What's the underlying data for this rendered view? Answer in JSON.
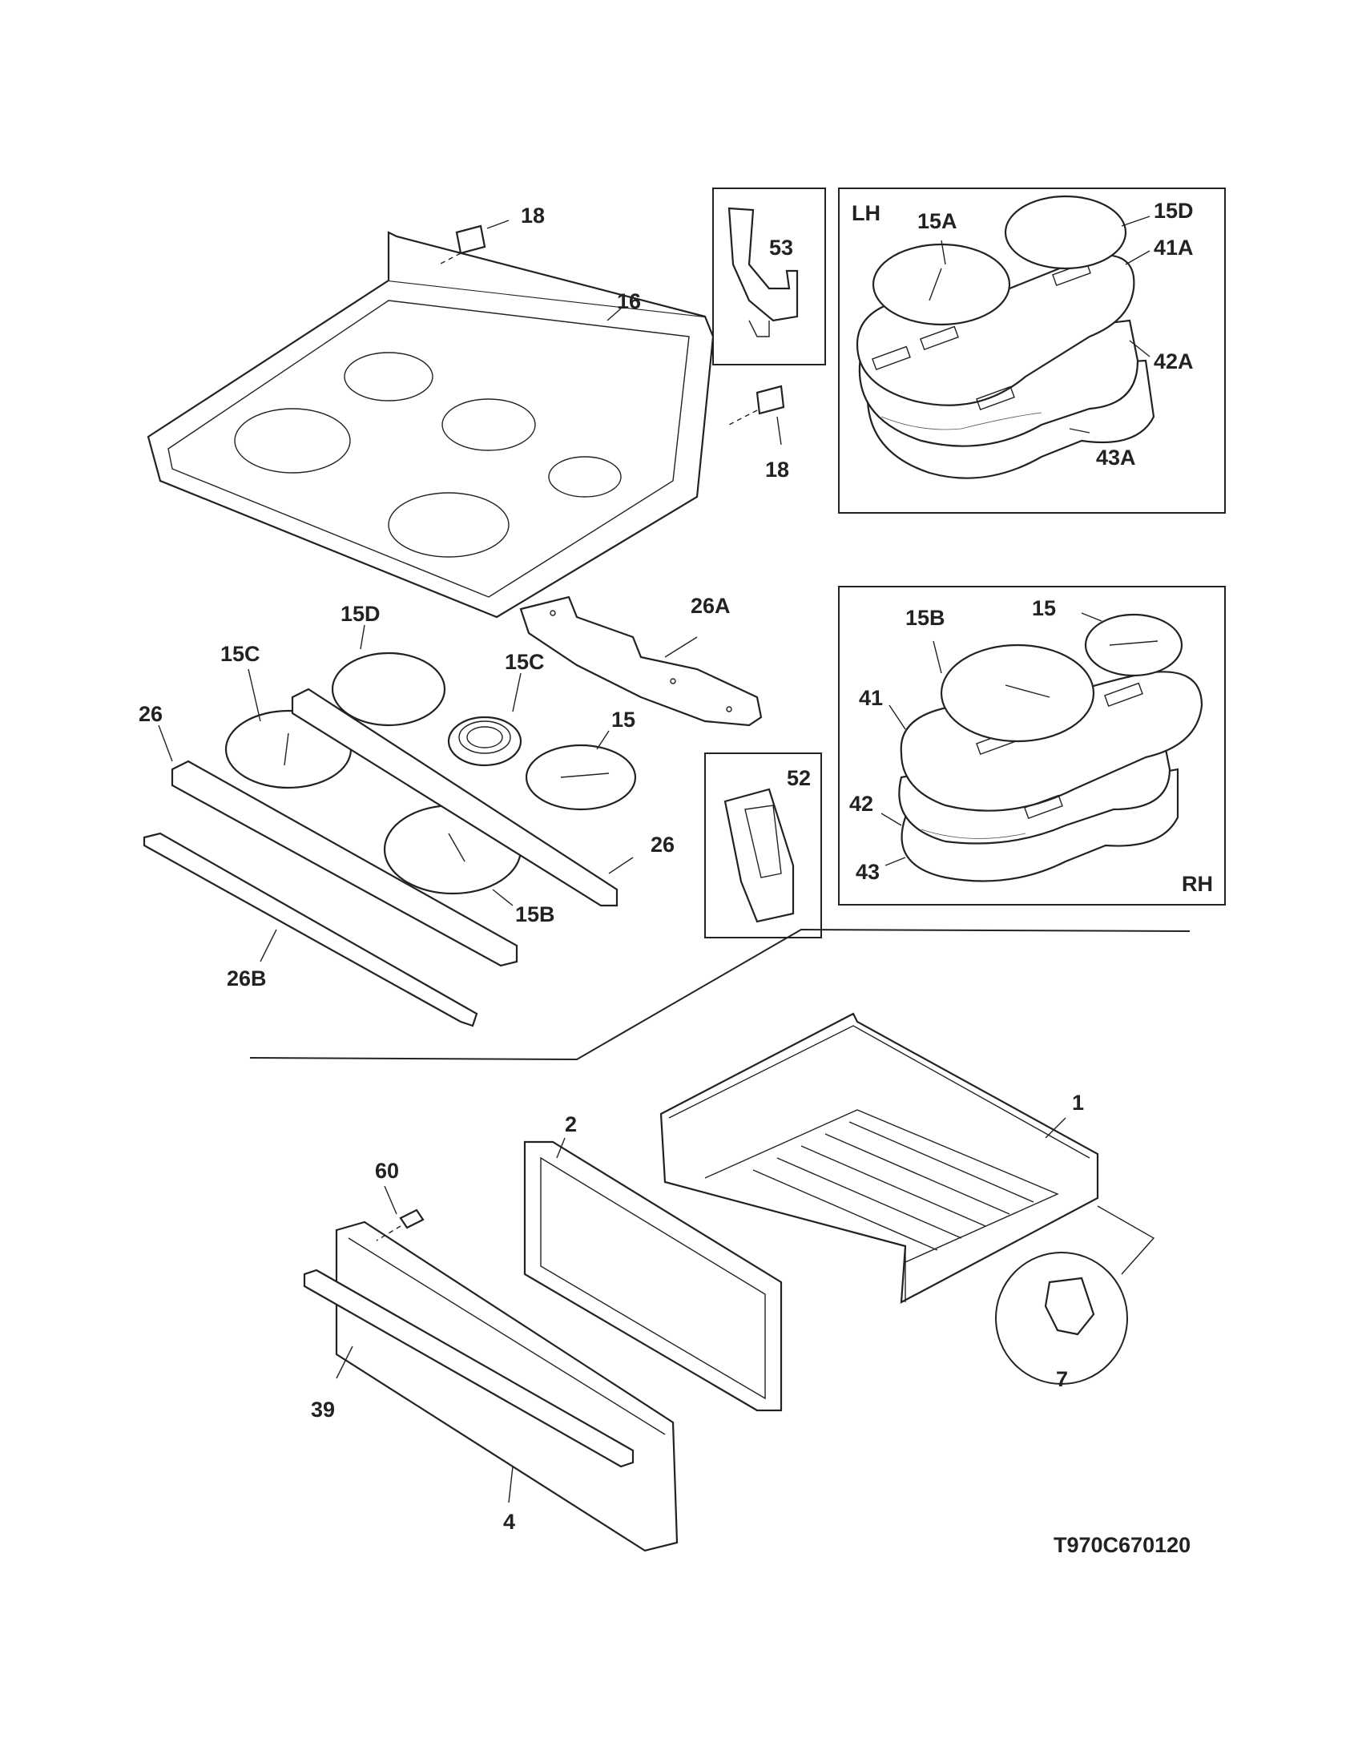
{
  "figure_code": "T970C670120",
  "inset_labels": {
    "left_hand": "LH",
    "right_hand": "RH"
  },
  "callouts": {
    "c18_top": "18",
    "c18_right": "18",
    "c16": "16",
    "c53": "53",
    "c15a_lh": "15A",
    "c15d_lh": "15D",
    "c41a": "41A",
    "c42a": "42A",
    "c43a": "43A",
    "c26a": "26A",
    "c15d_main": "15D",
    "c15c_left": "15C",
    "c15c_mid": "15C",
    "c15_main": "15",
    "c26_left": "26",
    "c26_right": "26",
    "c15b_main": "15B",
    "c26b": "26B",
    "c52": "52",
    "c15b_rh": "15B",
    "c15_rh": "15",
    "c41": "41",
    "c42": "42",
    "c43": "43",
    "c1": "1",
    "c2": "2",
    "c60": "60",
    "c39": "39",
    "c4": "4",
    "c7": "7"
  }
}
